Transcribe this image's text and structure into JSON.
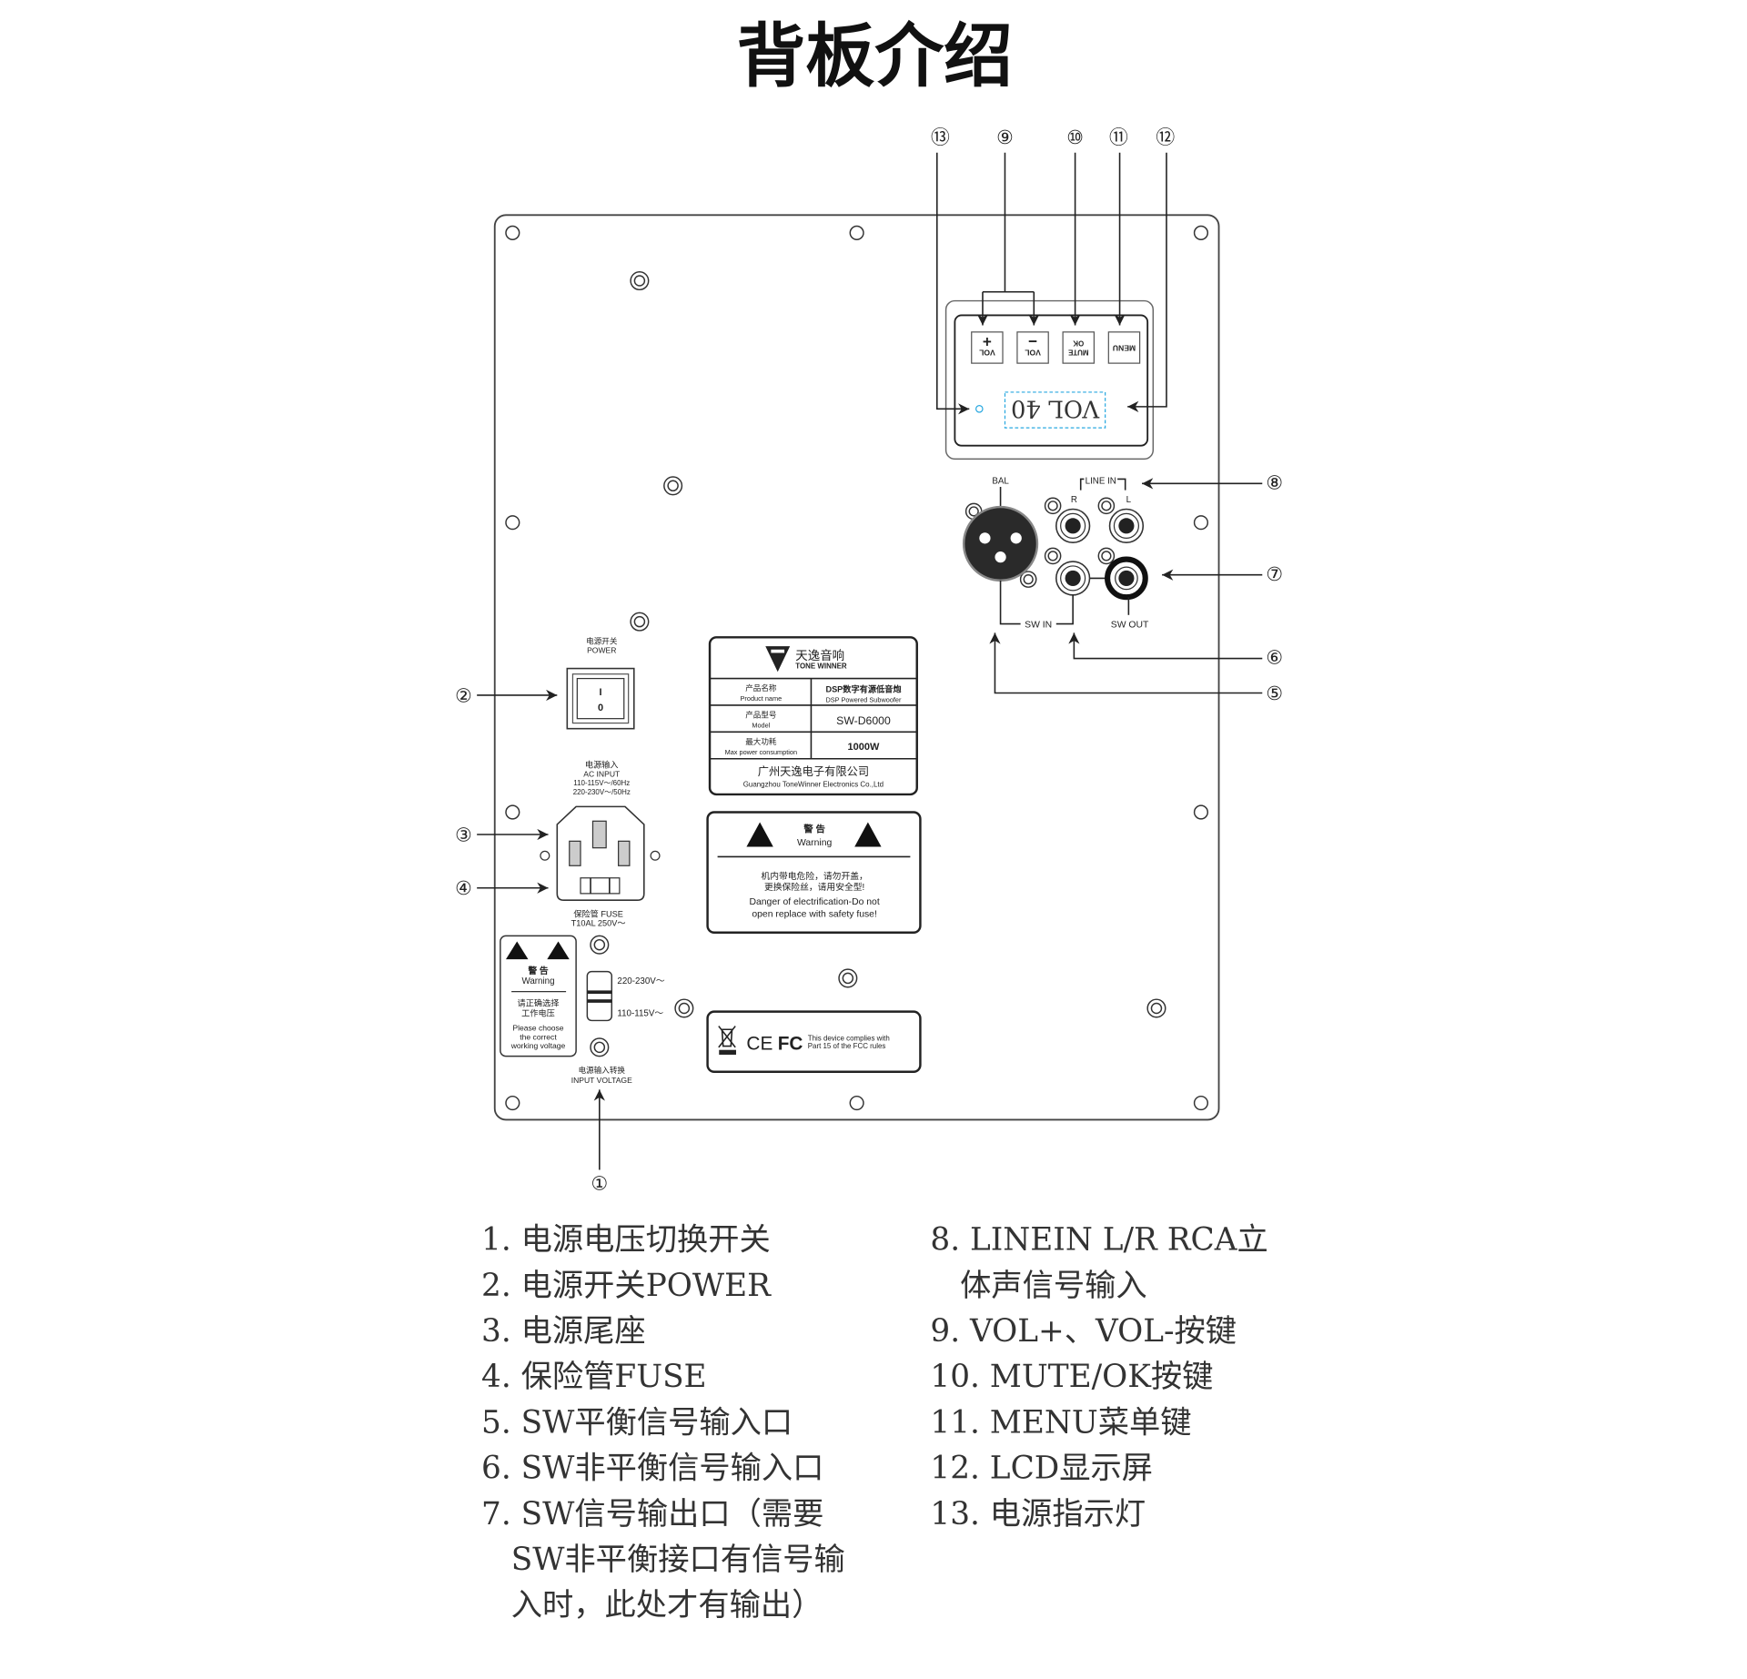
{
  "title": "背板介绍",
  "callouts": {
    "n1": "①",
    "n2": "②",
    "n3": "③",
    "n4": "④",
    "n5": "⑤",
    "n6": "⑥",
    "n7": "⑦",
    "n8": "⑧",
    "n9": "⑨",
    "n10": "⑩",
    "n11": "⑪",
    "n12": "⑫",
    "n13": "⑬"
  },
  "control": {
    "btn_vol_plus": "VOL",
    "plus": "+",
    "btn_vol_minus": "VOL",
    "minus": "−",
    "btn_mute": "MUTE",
    "btn_ok": "OK",
    "btn_menu": "MENU",
    "lcd": "VOL 40"
  },
  "connectors": {
    "bal": "BAL",
    "line_in": "LINE IN",
    "r": "R",
    "l": "L",
    "sw_in": "SW IN",
    "sw_out": "SW OUT"
  },
  "power": {
    "label_cn": "电源开关",
    "label_en": "POWER",
    "on": "I",
    "off": "0"
  },
  "ac": {
    "cn": "电源输入",
    "en": "AC INPUT",
    "v1": "110-115V～/60Hz",
    "v2": "220-230V～/50Hz",
    "fuse1": "保险管 FUSE",
    "fuse2": "T10AL 250V～"
  },
  "small_warning": {
    "cn": "警 告",
    "en": "Warning",
    "l1": "请正确选择",
    "l2": "工作电压",
    "l3": "Please choose",
    "l4": "the correct",
    "l5": "working voltage"
  },
  "voltage_switch": {
    "high": "220-230V～",
    "low": "110-115V～",
    "cn": "电源输入转换",
    "en": "INPUT  VOLTAGE"
  },
  "product_label": {
    "brand_cn": "天逸音响",
    "brand_en": "TONE WINNER",
    "rows": [
      {
        "k_cn": "产品名称",
        "k_en": "Product name",
        "v_cn": "DSP数字有源低音炮",
        "v_en": "DSP Powered Subwoofer"
      },
      {
        "k_cn": "产品型号",
        "k_en": "Model",
        "v": "SW-D6000"
      },
      {
        "k_cn": "最大功耗",
        "k_en": "Max power consumption",
        "v": "1000W"
      }
    ],
    "company_cn": "广州天逸电子有限公司",
    "company_en": "Guangzhou ToneWinner Electronics Co.,Ltd"
  },
  "warning_label": {
    "cn": "警 告",
    "en": "Warning",
    "l1": "机内带电危险，请勿开盖，",
    "l2": "更换保险丝，请用安全型!",
    "l3": "Danger of electrification-Do not",
    "l4": "open replace with safety fuse!"
  },
  "fcc_label": {
    "ce": "CE",
    "fc": "FC",
    "l1": "This device complies with",
    "l2": "Part 15 of the FCC rules"
  },
  "legend_left": [
    "1. 电源电压切换开关",
    "2. 电源开关POWER",
    "3. 电源尾座",
    "4. 保险管FUSE",
    "5. SW平衡信号输入口",
    "6. SW非平衡信号输入口",
    "7. SW信号输出口（需要",
    "   SW非平衡接口有信号输",
    "   入时，此处才有输出）"
  ],
  "legend_right": [
    "8. LINEIN L/R RCA立",
    "   体声信号输入",
    "9. VOL+、VOL-按键",
    "10. MUTE/OK按键",
    "11. MENU菜单键",
    "12. LCD显示屏",
    "13. 电源指示灯"
  ]
}
